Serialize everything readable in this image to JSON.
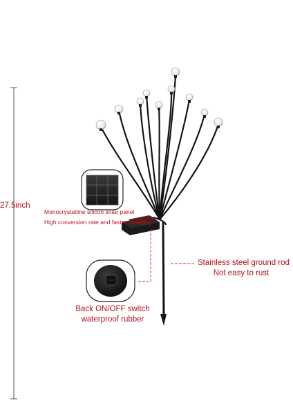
{
  "dimension_label": "27.5inch",
  "solar_panel": {
    "line1": "Monocrystalline silicon solar panel",
    "line2": "High conversion rate and faster charging"
  },
  "ground_rod": {
    "line1": "Stainless steel ground rod",
    "line2": "Not easy to rust"
  },
  "switch": {
    "line1": "Back ON/OFF switch",
    "line2": "waterproof rubber"
  },
  "colors": {
    "label_text": "#b3121b",
    "leader_line": "#c0392b",
    "stems": "#141414",
    "bulb": "#f4f4f4"
  }
}
